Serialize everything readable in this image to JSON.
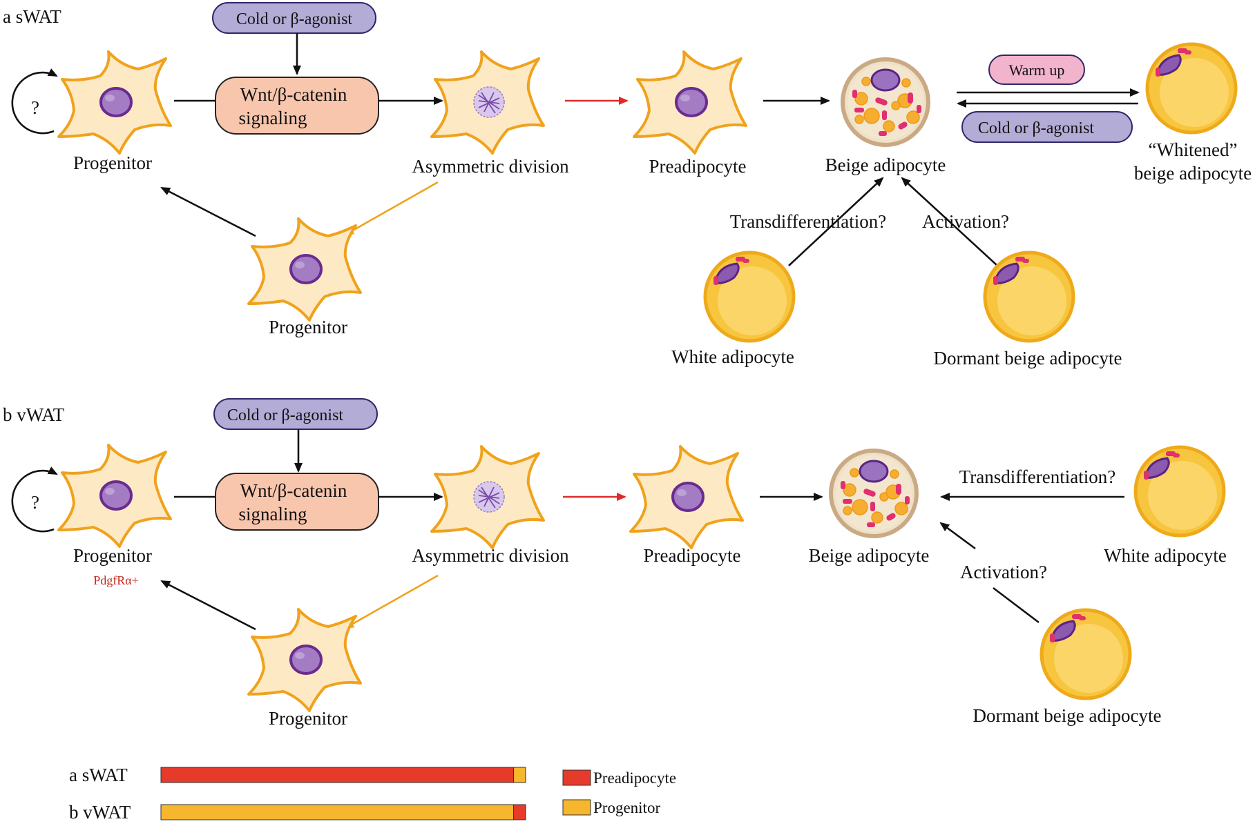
{
  "panel_a": {
    "label": "a sWAT",
    "stimulus": "Cold or β-agonist",
    "signaling_line1": "Wnt/β-catenin",
    "signaling_line2": "signaling",
    "loop_symbol": "?",
    "progenitor": "Progenitor",
    "asymmetric_division": "Asymmetric division",
    "preadipocyte": "Preadipocyte",
    "beige_adipocyte": "Beige adipocyte",
    "warm_up": "Warm up",
    "cold_back": "Cold or β-agonist",
    "whitened_line1": "“Whitened”",
    "whitened_line2": "beige adipocyte",
    "transdifferentiation": "Transdifferentiation?",
    "activation": "Activation?",
    "progenitor_bottom": "Progenitor",
    "white_adipocyte": "White adipocyte",
    "dormant_beige": "Dormant beige adipocyte"
  },
  "panel_b": {
    "label": "b vWAT",
    "stimulus": "Cold or β-agonist",
    "signaling_line1": "Wnt/β-catenin",
    "signaling_line2": "signaling",
    "loop_symbol": "?",
    "progenitor": "Progenitor",
    "marker": "PdgfRα+",
    "asymmetric_division": "Asymmetric division",
    "preadipocyte": "Preadipocyte",
    "beige_adipocyte": "Beige adipocyte",
    "transdifferentiation": "Transdifferentiation?",
    "white_adipocyte": "White adipocyte",
    "activation": "Activation?",
    "progenitor_bottom": "Progenitor",
    "dormant_beige": "Dormant beige adipocyte"
  },
  "bars": {
    "rows": [
      {
        "label": "a sWAT",
        "preadipocyte_fraction": 0.967,
        "progenitor_fraction": 0.033
      },
      {
        "label": "b vWAT",
        "preadipocyte_fraction": 0.033,
        "progenitor_fraction": 0.967
      }
    ],
    "legend": [
      {
        "label": "Preadipocyte",
        "color": "#e63a2a"
      },
      {
        "label": "Progenitor",
        "color": "#f6b62d"
      }
    ]
  },
  "colors": {
    "red_arrow": "#e02a2a",
    "orange_arrow": "#f0a21c",
    "stimulus_pill": "#b3acd6",
    "warm_up_pill": "#f2b3cc",
    "signaling_box": "#f8c6ad",
    "marker_text": "#c8281e"
  }
}
